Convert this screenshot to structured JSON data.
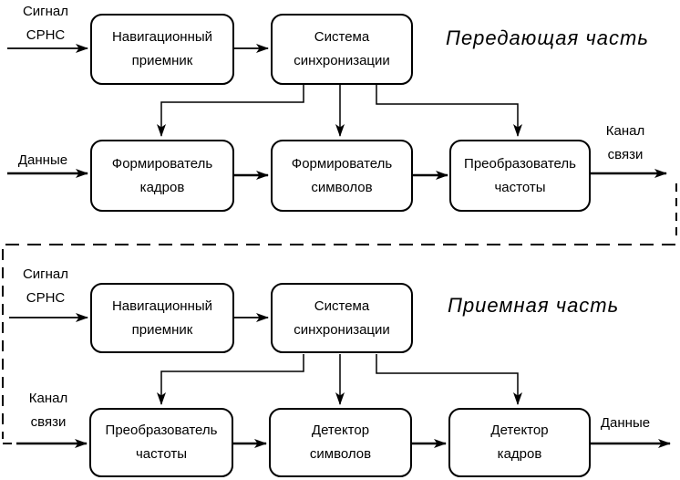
{
  "transmitter": {
    "title": "Передающая часть",
    "signal_input_label": "Сигнал\nСРНС",
    "data_input_label": "Данные",
    "channel_output_label": "Канал\nсвязи",
    "blocks": {
      "nav_receiver": "Навигационный\nприемник",
      "sync_system": "Система\nсинхронизации",
      "frame_former": "Формирователь\nкадров",
      "symbol_former": "Формирователь\nсимволов",
      "freq_converter": "Преобразователь\nчастоты"
    }
  },
  "receiver": {
    "title": "Приемная часть",
    "signal_input_label": "Сигнал\nСРНС",
    "channel_input_label": "Канал\nсвязи",
    "data_output_label": "Данные",
    "blocks": {
      "nav_receiver": "Навигационный\nприемник",
      "sync_system": "Система\nсинхронизации",
      "freq_converter": "Преобразователь\nчастоты",
      "symbol_detector": "Детектор\nсимволов",
      "frame_detector": "Детектор\nкадров"
    }
  },
  "colors": {
    "line": "#000000",
    "background": "#ffffff"
  }
}
